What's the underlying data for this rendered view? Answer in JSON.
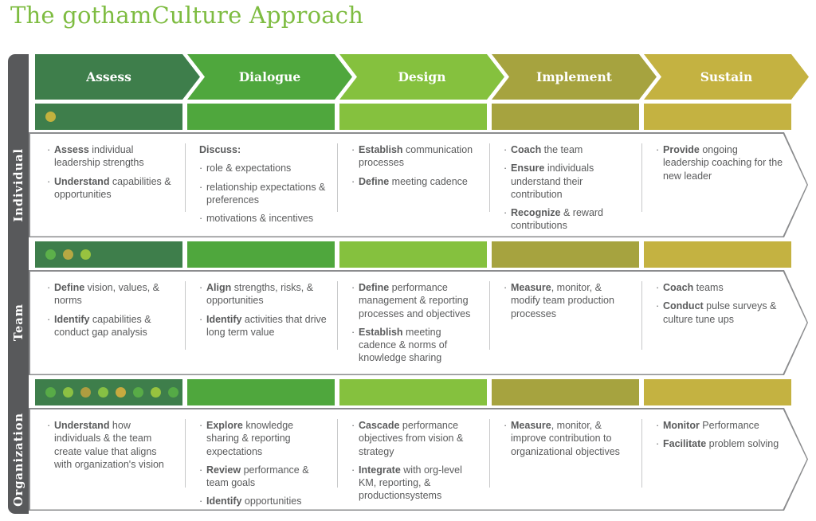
{
  "title": "The gothamCulture Approach",
  "bullet_char": "·",
  "colors": {
    "title": "#7ebc41",
    "rail": "#58595b",
    "text": "#5a5b5c",
    "border": "#8b8c8e",
    "divider": "#c7c8c9",
    "header_text": "#ffffff"
  },
  "phases": [
    {
      "label": "Assess",
      "color": "#3e7e4b"
    },
    {
      "label": "Dialogue",
      "color": "#4fa73d"
    },
    {
      "label": "Design",
      "color": "#85c13e"
    },
    {
      "label": "Implement",
      "color": "#a6a33f"
    },
    {
      "label": "Sustain",
      "color": "#c4b241"
    }
  ],
  "rows": [
    {
      "label": "Individual",
      "dots": [
        "#c2b23e"
      ],
      "cells": [
        {
          "items": [
            {
              "bullet": true,
              "seg": [
                {
                  "t": "Assess",
                  "b": true
                },
                {
                  "t": " individual leadership strengths",
                  "b": false
                }
              ]
            },
            {
              "bullet": true,
              "seg": [
                {
                  "t": "Understand",
                  "b": true
                },
                {
                  "t": " capabilities & opportunities",
                  "b": false
                }
              ]
            }
          ]
        },
        {
          "items": [
            {
              "bullet": false,
              "seg": [
                {
                  "t": "Discuss:",
                  "b": true
                }
              ]
            },
            {
              "bullet": true,
              "seg": [
                {
                  "t": "role & expectations",
                  "b": false
                }
              ]
            },
            {
              "bullet": true,
              "seg": [
                {
                  "t": "relationship expectations & preferences",
                  "b": false
                }
              ]
            },
            {
              "bullet": true,
              "seg": [
                {
                  "t": "motivations & incentives",
                  "b": false
                }
              ]
            }
          ]
        },
        {
          "items": [
            {
              "bullet": true,
              "seg": [
                {
                  "t": "Establish",
                  "b": true
                },
                {
                  "t": " communication processes",
                  "b": false
                }
              ]
            },
            {
              "bullet": true,
              "seg": [
                {
                  "t": "Define",
                  "b": true
                },
                {
                  "t": " meeting cadence",
                  "b": false
                }
              ]
            }
          ]
        },
        {
          "items": [
            {
              "bullet": true,
              "seg": [
                {
                  "t": "Coach",
                  "b": true
                },
                {
                  "t": " the team",
                  "b": false
                }
              ]
            },
            {
              "bullet": true,
              "seg": [
                {
                  "t": "Ensure",
                  "b": true
                },
                {
                  "t": " individuals understand their contribution",
                  "b": false
                }
              ]
            },
            {
              "bullet": true,
              "seg": [
                {
                  "t": "Recognize",
                  "b": true
                },
                {
                  "t": " & reward contributions",
                  "b": false
                }
              ]
            }
          ]
        },
        {
          "items": [
            {
              "bullet": true,
              "seg": [
                {
                  "t": "Provide",
                  "b": true
                },
                {
                  "t": " ongoing leadership coaching for the new leader",
                  "b": false
                }
              ]
            }
          ]
        }
      ]
    },
    {
      "label": "Team",
      "dots": [
        "#5cb04a",
        "#b7a843",
        "#98c33f"
      ],
      "cells": [
        {
          "items": [
            {
              "bullet": true,
              "seg": [
                {
                  "t": "Define",
                  "b": true
                },
                {
                  "t": " vision, values, & norms",
                  "b": false
                }
              ]
            },
            {
              "bullet": true,
              "seg": [
                {
                  "t": "Identify",
                  "b": true
                },
                {
                  "t": " capabilities & conduct gap analysis",
                  "b": false
                }
              ]
            }
          ]
        },
        {
          "items": [
            {
              "bullet": true,
              "seg": [
                {
                  "t": "Align",
                  "b": true
                },
                {
                  "t": " strengths, risks, & opportunities",
                  "b": false
                }
              ]
            },
            {
              "bullet": true,
              "seg": [
                {
                  "t": "Identify",
                  "b": true
                },
                {
                  "t": " activities that drive long term value",
                  "b": false
                }
              ]
            }
          ]
        },
        {
          "items": [
            {
              "bullet": true,
              "seg": [
                {
                  "t": "Define",
                  "b": true
                },
                {
                  "t": " performance management & reporting processes and objectives",
                  "b": false
                }
              ]
            },
            {
              "bullet": true,
              "seg": [
                {
                  "t": "Establish",
                  "b": true
                },
                {
                  "t": " meeting cadence & norms of knowledge sharing",
                  "b": false
                }
              ]
            }
          ]
        },
        {
          "items": [
            {
              "bullet": true,
              "seg": [
                {
                  "t": "Measure",
                  "b": true
                },
                {
                  "t": ", monitor, & modify team production processes",
                  "b": false
                }
              ]
            }
          ]
        },
        {
          "items": [
            {
              "bullet": true,
              "seg": [
                {
                  "t": "Coach",
                  "b": true
                },
                {
                  "t": " teams",
                  "b": false
                }
              ]
            },
            {
              "bullet": true,
              "seg": [
                {
                  "t": "Conduct",
                  "b": true
                },
                {
                  "t": " pulse surveys & culture tune ups",
                  "b": false
                }
              ]
            }
          ]
        }
      ]
    },
    {
      "label": "Organization",
      "dots": [
        "#58ab47",
        "#8cc043",
        "#ae9d40",
        "#86c044",
        "#c8aa3f",
        "#58ab47",
        "#98c33f",
        "#55aa46"
      ],
      "cells": [
        {
          "items": [
            {
              "bullet": true,
              "seg": [
                {
                  "t": "Understand",
                  "b": true
                },
                {
                  "t": " how individuals & the team create value that aligns with organization's vision",
                  "b": false
                }
              ]
            }
          ]
        },
        {
          "items": [
            {
              "bullet": true,
              "seg": [
                {
                  "t": "Explore",
                  "b": true
                },
                {
                  "t": " knowledge sharing & reporting expectations",
                  "b": false
                }
              ]
            },
            {
              "bullet": true,
              "seg": [
                {
                  "t": "Review",
                  "b": true
                },
                {
                  "t": " performance & team goals",
                  "b": false
                }
              ]
            },
            {
              "bullet": true,
              "seg": [
                {
                  "t": "Identify",
                  "b": true
                },
                {
                  "t": " opportunities",
                  "b": false
                }
              ]
            }
          ]
        },
        {
          "items": [
            {
              "bullet": true,
              "seg": [
                {
                  "t": "Cascade",
                  "b": true
                },
                {
                  "t": " performance objectives from vision & strategy",
                  "b": false
                }
              ]
            },
            {
              "bullet": true,
              "seg": [
                {
                  "t": "Integrate",
                  "b": true
                },
                {
                  "t": " with org-level KM, reporting, & productionsystems",
                  "b": false
                }
              ]
            }
          ]
        },
        {
          "items": [
            {
              "bullet": true,
              "seg": [
                {
                  "t": "Measure",
                  "b": true
                },
                {
                  "t": ", monitor, & improve contribution to organizational objectives",
                  "b": false
                }
              ]
            }
          ]
        },
        {
          "items": [
            {
              "bullet": true,
              "seg": [
                {
                  "t": "Monitor",
                  "b": true
                },
                {
                  "t": " Performance",
                  "b": false
                }
              ]
            },
            {
              "bullet": true,
              "seg": [
                {
                  "t": "Facilitate",
                  "b": true
                },
                {
                  "t": " problem solving",
                  "b": false
                }
              ]
            }
          ]
        }
      ]
    }
  ]
}
